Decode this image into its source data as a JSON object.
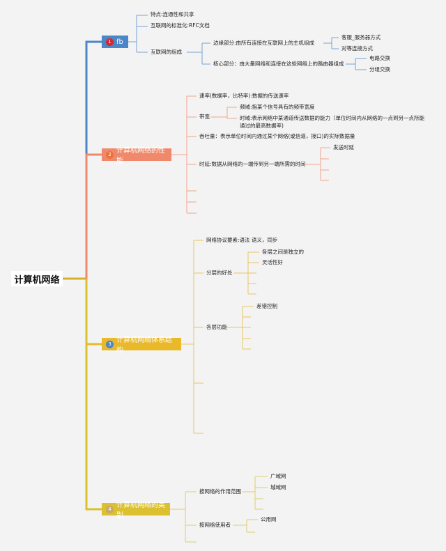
{
  "root": "计算机网络",
  "branches": [
    {
      "num": "1",
      "label": "fb",
      "color": "#4a86c8"
    },
    {
      "num": "2",
      "label": "计算机网络的性能",
      "color": "#f0896b"
    },
    {
      "num": "3",
      "label": "计算机网络体系结构",
      "color": "#e9b92a"
    },
    {
      "num": "4",
      "label": "计算机网络的类别",
      "color": "#dcc02f"
    }
  ],
  "b1": {
    "feature": "特点:连通性和共享",
    "standard": "互联网的标准化:RFC文档",
    "composition": "互联网的组成",
    "edge": "边缘部分:由所有连接在互联网上的主机组成",
    "cs": "客服_服务器方式",
    "p2p": "对等连接方式",
    "core": "核心部分：由大量网络和连接在这些网络上的路由器组成",
    "circuit": "电路交换",
    "packet": "分组交换"
  },
  "b2": {
    "rate": "速率(数据率，比特率):数据的传送速率",
    "bandwidth": "带宽",
    "freq": "频域:指某个信号具有的频带宽度",
    "time1": "时域:表示网络中某通道传送数据的能力（单位时间内从网络的一点到另一点所能",
    "time2": "通过的最高数据率)",
    "throughput": "吞吐量：表示单位时间内通过某个网络(或信道，接口)的实际数据量",
    "delay": "时延:数据从网络的一端传到另一端所需的时间",
    "send_delay": "发送时延"
  },
  "b3": {
    "elements": "网络协议要素:语法 语义，同步",
    "layer_benefit": "分层的好处",
    "independent": "各层之间是独立的",
    "flexible": "灵活性好",
    "layer_func": "各层功能",
    "error": "差错控制"
  },
  "b4": {
    "scope": "按网络的作用范围",
    "wan": "广域网",
    "man": "城域网",
    "user": "按网络使用者",
    "public": "公用网"
  }
}
